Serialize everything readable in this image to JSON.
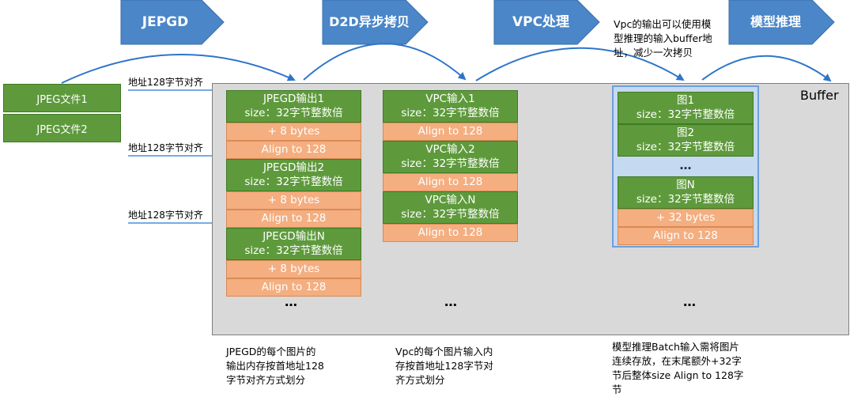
{
  "colors": {
    "stage_fill": "#4a86c8",
    "green": "#5e9a3c",
    "orange": "#f4ae80",
    "arrow_blue": "#2e75c9",
    "buffer_gray": "#d9d9d9",
    "batch_blue": "#c5d9f1"
  },
  "stages": [
    {
      "label": "JEPGD"
    },
    {
      "label": "D2D异步拷贝"
    },
    {
      "label": "VPC处理"
    },
    {
      "label": "模型推理"
    }
  ],
  "top_note": {
    "lines": [
      "Vpc的输出可以使用模",
      "型推理的输入buffer地",
      "址，减少一次拷贝"
    ]
  },
  "files": [
    "JPEG文件1",
    "JPEG文件2"
  ],
  "align_notes": [
    "地址128字节对齐",
    "地址128字节对齐",
    "地址128字节对齐"
  ],
  "buffer_label": "Buffer",
  "jpegd_column": {
    "blocks": [
      {
        "kind": "green",
        "line1": "JPEGD输出1",
        "line2": "size：32字节整数倍"
      },
      {
        "kind": "orange",
        "text": "+ 8 bytes"
      },
      {
        "kind": "orange",
        "text": "Align to 128"
      },
      {
        "kind": "green",
        "line1": "JPEGD输出2",
        "line2": "size：32字节整数倍"
      },
      {
        "kind": "orange",
        "text": "+ 8 bytes"
      },
      {
        "kind": "orange",
        "text": "Align to 128"
      },
      {
        "kind": "green",
        "line1": "JPEGD输出N",
        "line2": "size：32字节整数倍"
      },
      {
        "kind": "orange",
        "text": "+ 8 bytes"
      },
      {
        "kind": "orange",
        "text": "Align to 128"
      }
    ],
    "ellipsis": "…"
  },
  "vpc_column": {
    "blocks": [
      {
        "kind": "green",
        "line1": "VPC输入1",
        "line2": "size：32字节整数倍"
      },
      {
        "kind": "orange",
        "text": "Align to 128"
      },
      {
        "kind": "green",
        "line1": "VPC输入2",
        "line2": "size：32字节整数倍"
      },
      {
        "kind": "orange",
        "text": "Align to 128"
      },
      {
        "kind": "green",
        "line1": "VPC输入N",
        "line2": "size：32字节整数倍"
      },
      {
        "kind": "orange",
        "text": "Align to 128"
      }
    ],
    "ellipsis": "…"
  },
  "model_column": {
    "blocks": [
      {
        "kind": "green",
        "line1": "图1",
        "line2": "size：32字节整数倍"
      },
      {
        "kind": "green",
        "line1": "图2",
        "line2": "size：32字节整数倍"
      },
      {
        "kind": "ellipsis",
        "text": "…"
      },
      {
        "kind": "green",
        "line1": "图N",
        "line2": "size：32字节整数倍"
      },
      {
        "kind": "orange",
        "text": "+ 32 bytes"
      },
      {
        "kind": "orange",
        "text": "Align to 128"
      }
    ],
    "ellipsis": "…"
  },
  "captions": {
    "jpegd": {
      "lines": [
        "JPEGD的每个图片的",
        "输出内存按首地址128",
        "字节对齐方式划分"
      ]
    },
    "vpc": {
      "lines": [
        "Vpc的每个图片输入内",
        "存按首地址128字节对",
        "齐方式划分"
      ]
    },
    "model": {
      "lines": [
        "模型推理Batch输入需将图片",
        "连续存放，在末尾额外+32字",
        "节后整体size Align to 128字",
        "节"
      ]
    }
  }
}
